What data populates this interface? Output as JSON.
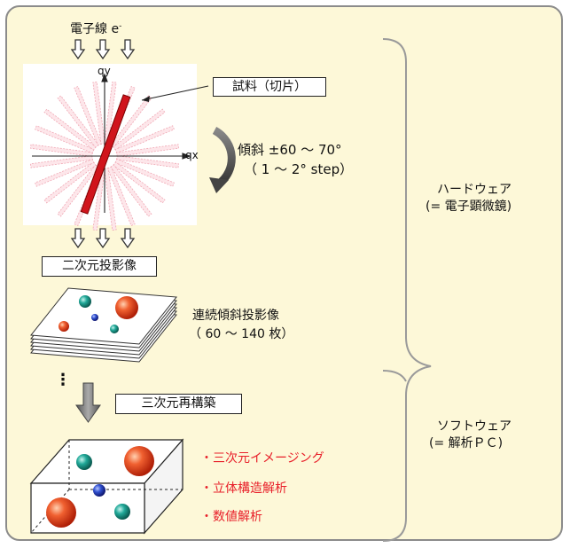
{
  "beam_label": "電子線 e",
  "beam_superscript": "-",
  "axis_qy": "qy",
  "axis_qx": "qx",
  "sample_label": "試料（切片）",
  "tilt_line1": "傾斜 ±60 ～ 70°",
  "tilt_line2": "（ 1 ～ 2° step）",
  "projection_label": "二次元投影像",
  "series_line1": "連続傾斜投影像",
  "series_line2": "（ 60 ～ 140 枚）",
  "ellipsis": "⋮",
  "reconstruction_label": "三次元再構築",
  "results": [
    "・三次元イメージング",
    "・立体構造解析",
    "・数値解析"
  ],
  "hardware_line1": "ハードウェア",
  "hardware_line2": "(= 電子顕微鏡)",
  "software_line1": "ソフトウェア",
  "software_line2": "(= 解析ＰＣ)",
  "colors": {
    "panel_bg": "#fdf8d8",
    "red_text": "#e8202a",
    "sample_red": "#d0141c",
    "ray_pink": "#f0a8b4",
    "teal": "#1aa89a",
    "blue": "#2a48c8",
    "orange": "#e84a1a"
  }
}
